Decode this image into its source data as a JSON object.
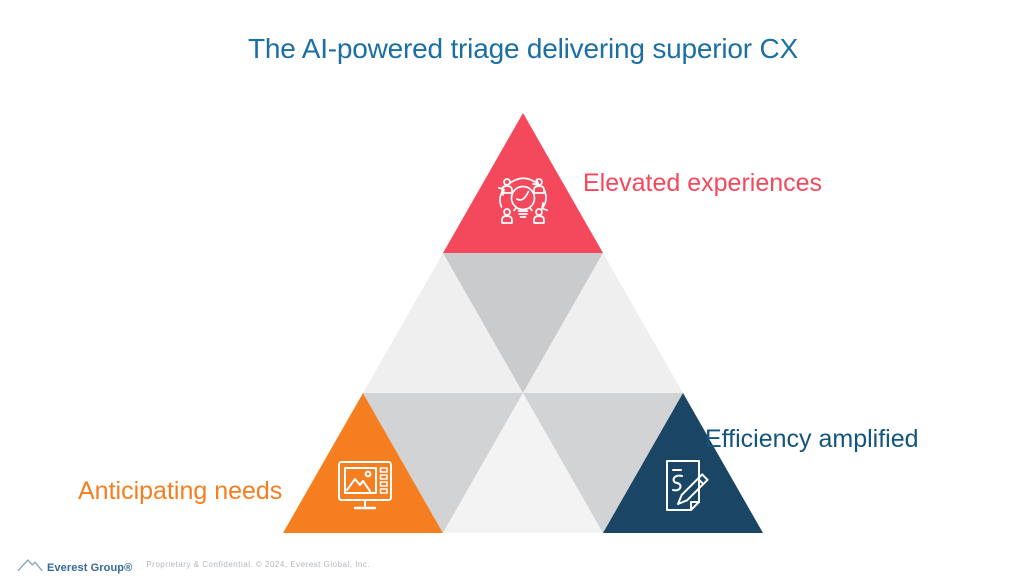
{
  "title": "The AI-powered triage delivering superior CX",
  "pyramid": {
    "top": {
      "label": "Elevated experiences",
      "icon": "collaborative-idea-lightbulb-icon"
    },
    "bottom_left": {
      "label": "Anticipating needs",
      "icon": "monitor-image-icon"
    },
    "bottom_right": {
      "label": "Efficiency amplified",
      "icon": "document-pencil-icon"
    }
  },
  "colors": {
    "title_text": "#1B6FA3",
    "top_fill": "#F4485C",
    "top_label": "#F4485C",
    "bottom_left_fill": "#F57E20",
    "bottom_left_label": "#F57E20",
    "bottom_right_fill": "#1B4565",
    "bottom_right_label": "#14557E",
    "gray_side_row2": "#EFEFEF",
    "gray_inverted_row2": "#CACBCC",
    "gray_inverted_row3": "#D2D3D4",
    "gray_center_row3": "#F3F3F4",
    "icon_stroke": "#FFFFFF"
  },
  "footer": {
    "brand": "Everest Group®",
    "legal": "Proprietary & Confidential. © 2024, Everest Global, Inc."
  }
}
